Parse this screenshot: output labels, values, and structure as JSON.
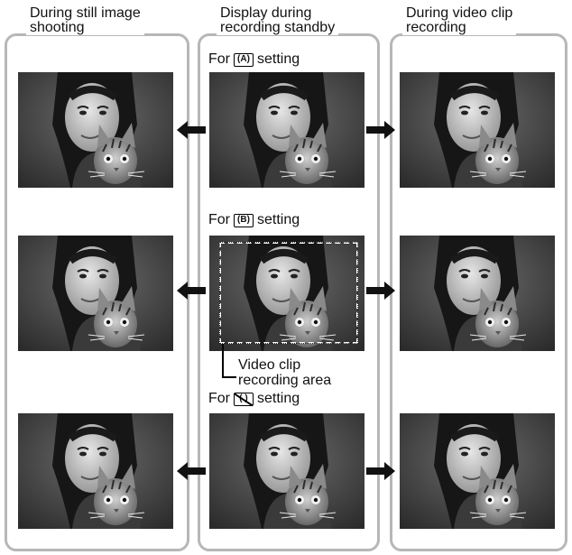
{
  "columns": {
    "still": "During still image\nshooting",
    "standby": "Display during\nrecording standby",
    "video": "During video clip\nrecording"
  },
  "settings": [
    {
      "prefix": "For",
      "icon": "mode-a-icon",
      "suffix": "setting"
    },
    {
      "prefix": "For",
      "icon": "mode-b-icon",
      "suffix": "setting"
    },
    {
      "prefix": "For",
      "icon": "mode-off-icon",
      "suffix": "setting"
    }
  ],
  "recording_area_label": "Video clip\nrecording area"
}
